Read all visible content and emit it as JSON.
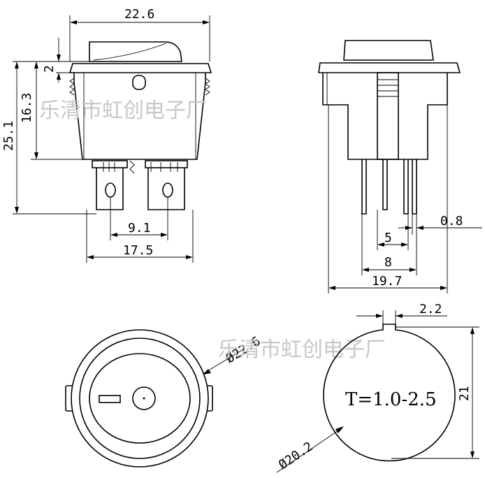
{
  "watermark": "乐清市虹创电子厂",
  "dimensions": {
    "top_width": "22.6",
    "cap_height": "2",
    "body_height": "16.3",
    "total_height": "25.1",
    "pin_spacing": "9.1",
    "pin_span": "17.5",
    "side_pin_thickness": "0.8",
    "side_pin_pitch": "5",
    "side_pin_span": "8",
    "side_width": "19.7",
    "notch_width": "2.2",
    "cutout_height": "21",
    "front_diameter": "Ø22.6",
    "cutout_diameter": "Ø20.2"
  },
  "panel_thickness": "T=1.0-2.5"
}
